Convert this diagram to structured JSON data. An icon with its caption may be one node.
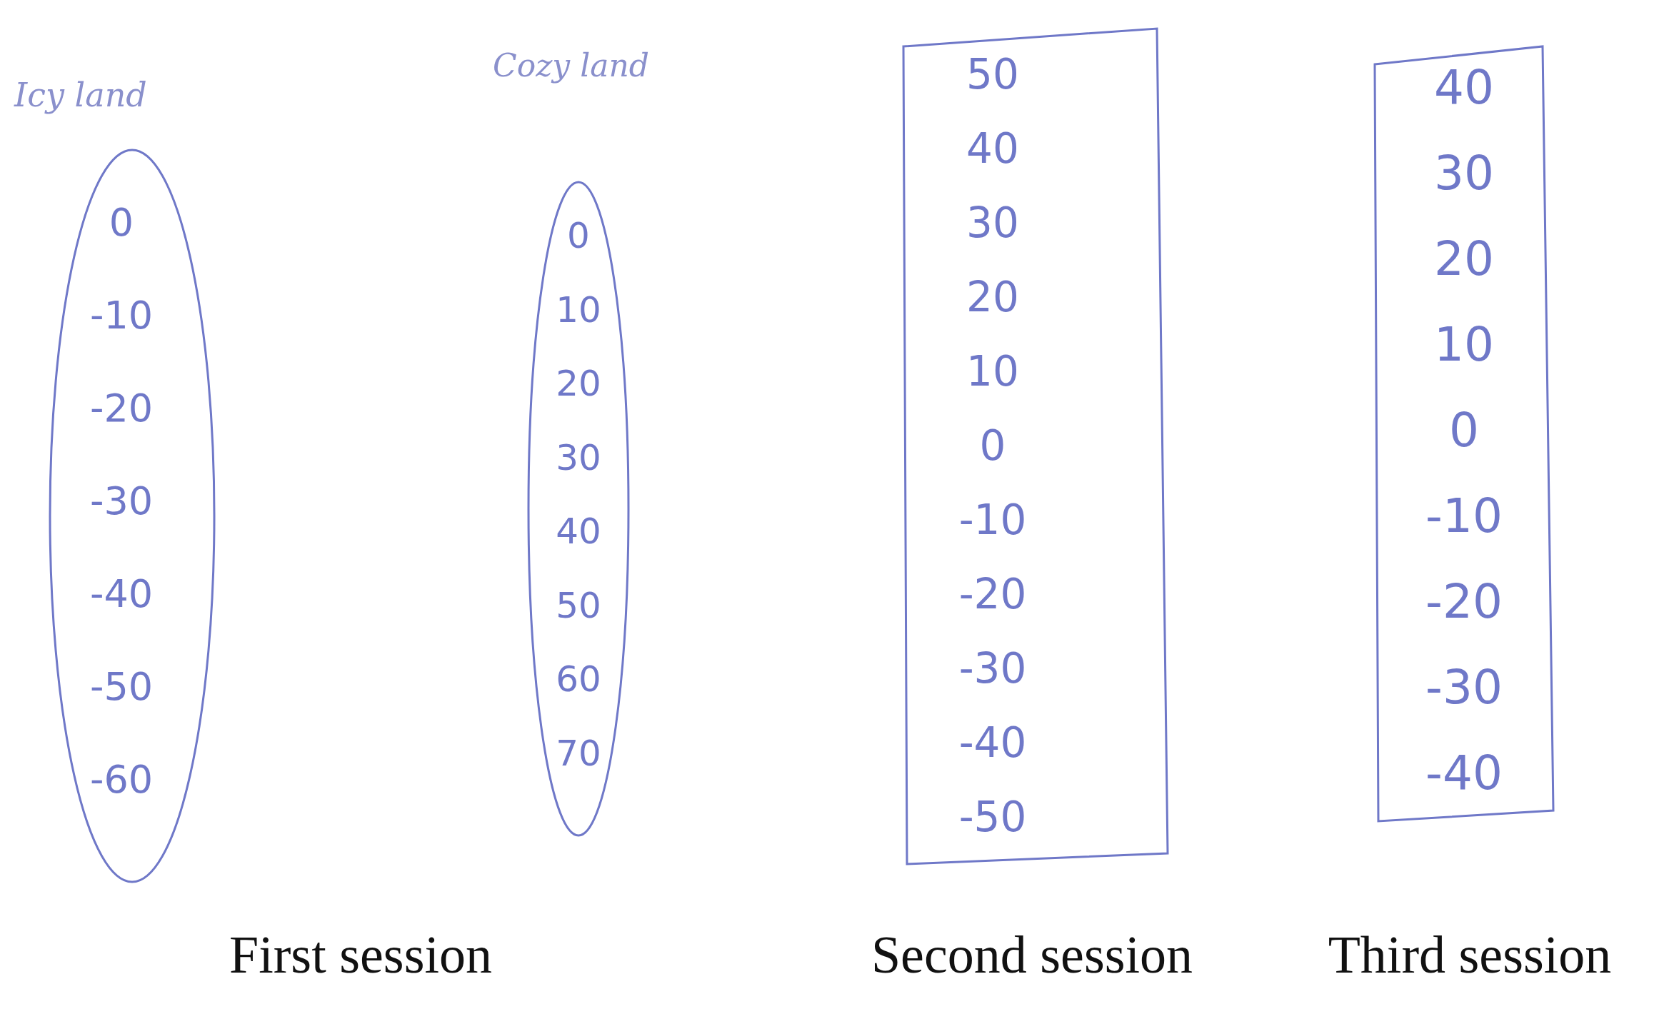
{
  "diagram": {
    "nodes": [
      {
        "text": [
          "Icy land",
          "0",
          "-10",
          "-20",
          "-30",
          "-40",
          "-50",
          "-60"
        ]
      },
      {
        "text": [
          "Cozy land",
          "0",
          "10",
          "20",
          "30",
          "40",
          "50",
          "60",
          "70"
        ]
      },
      {
        "text": [
          "50",
          "40",
          "30",
          "20",
          "10",
          "0",
          "-10",
          "-20",
          "-30",
          "-40",
          "-50"
        ]
      },
      {
        "text": [
          "40",
          "30",
          "20",
          "10",
          "0",
          "-10",
          "-20",
          "-30",
          "-40"
        ]
      }
    ],
    "labels": [
      "First session",
      "Second session",
      "Third session"
    ]
  }
}
